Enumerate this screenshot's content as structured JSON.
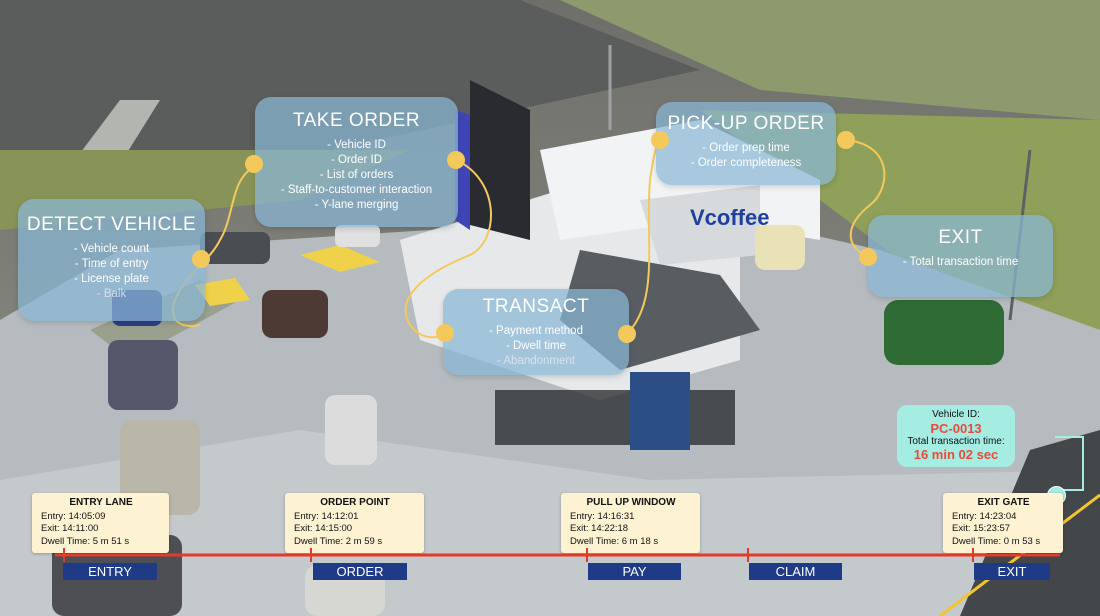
{
  "panels": {
    "detect": {
      "title": "DETECT VEHICLE",
      "items": [
        "- Vehicle count",
        "- Time of entry",
        "- License plate"
      ],
      "dim_item": "- Balk"
    },
    "take_order": {
      "title": "TAKE ORDER",
      "items": [
        "- Vehicle ID",
        "- Order ID",
        "- List of orders",
        "- Staff-to-customer interaction",
        "- Y-lane merging"
      ]
    },
    "transact": {
      "title": "TRANSACT",
      "items": [
        "- Payment method",
        "- Dwell time"
      ],
      "dim_item": "- Abandonment"
    },
    "pickup": {
      "title": "PICK-UP ORDER",
      "items": [
        "- Order prep time",
        "- Order completeness"
      ]
    },
    "exit": {
      "title": "EXIT",
      "items": [
        "- Total transaction time"
      ]
    }
  },
  "store": {
    "brand": "Vcoffee"
  },
  "cards": [
    {
      "title": "ENTRY LANE",
      "entry": "Entry: 14:05:09",
      "exit": "Exit: 14:11:00",
      "dwell": "Dwell Time: 5 m 51 s"
    },
    {
      "title": "ORDER POINT",
      "entry": "Entry: 14:12:01",
      "exit": "Exit: 14:15:00",
      "dwell": "Dwell Time: 2 m 59 s"
    },
    {
      "title": "PULL UP WINDOW",
      "entry": "Entry: 14:16:31",
      "exit": "Exit: 14:22:18",
      "dwell": "Dwell Time: 6 m 18 s"
    },
    {
      "title": "EXIT GATE",
      "entry": "Entry: 14:23:04",
      "exit": "Exit: 15:23:57",
      "dwell": "Dwell Time: 0 m 53 s"
    }
  ],
  "stages": [
    "ENTRY",
    "ORDER",
    "PAY",
    "CLAIM",
    "EXIT"
  ],
  "vehicle_card": {
    "label": "Vehicle ID:",
    "id": "PC-0013",
    "total_label": "Total transaction time:",
    "total": "16 min 02 sec"
  },
  "colors": {
    "panel": "#89b7d6",
    "connector": "#f3c95b",
    "timeline": "#e5392b",
    "stage": "#1f3a87",
    "card": "#fdf3d3",
    "vehicle_card": "#a5ece2"
  }
}
